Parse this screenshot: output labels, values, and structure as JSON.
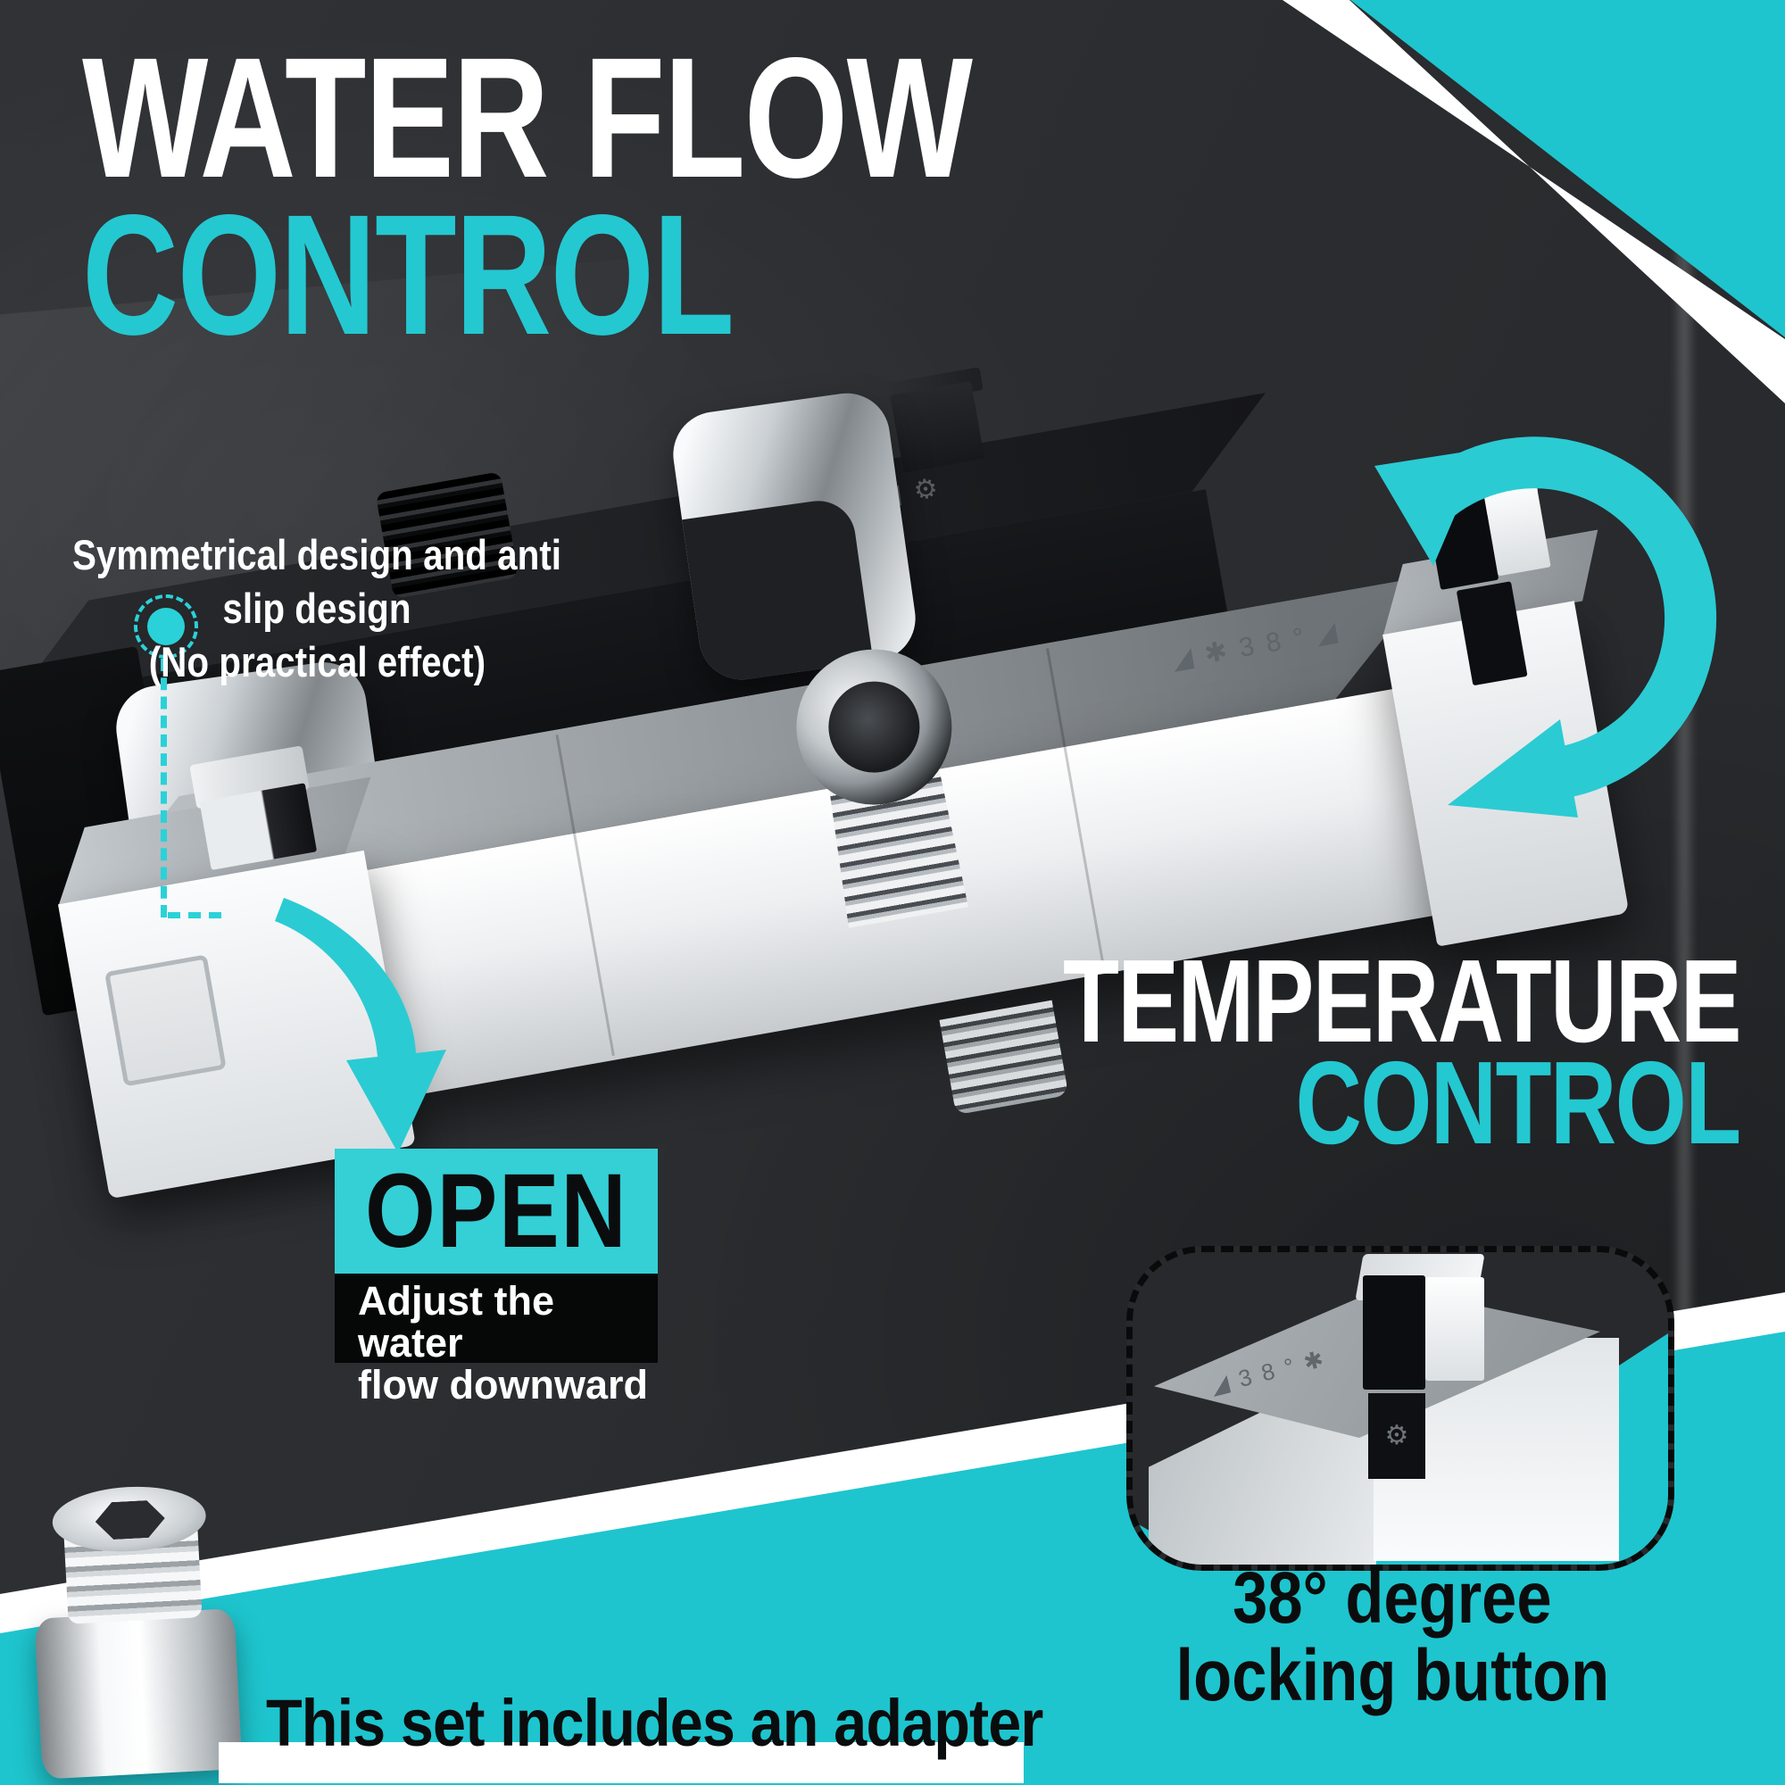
{
  "colors": {
    "accent_teal": "#1EC5CE",
    "accent_teal_light": "#35CFD6",
    "background_dark": "#2B2D30",
    "black_panel": "#121417",
    "text_white": "#FFFFFF",
    "text_black": "#0B0C0D"
  },
  "header": {
    "title_line1": "WATER FLOW",
    "title_line2": "CONTROL"
  },
  "symmetry_note": {
    "line1": "Symmetrical design and anti slip design",
    "line2": "(No practical effect)"
  },
  "open_callout": {
    "label": "OPEN",
    "description_line1": "Adjust the water",
    "description_line2": "flow downward"
  },
  "temperature_heading": {
    "line1": "TEMPERATURE",
    "line2": "CONTROL"
  },
  "locking_note": {
    "line1": "38° degree",
    "line2": "locking button"
  },
  "adapter_note": {
    "text": "This set includes an adapter"
  },
  "product": {
    "temp_marking": "38°",
    "spray_icon": "✱",
    "flow_icon": "◢",
    "gear_icon": "⚙"
  }
}
